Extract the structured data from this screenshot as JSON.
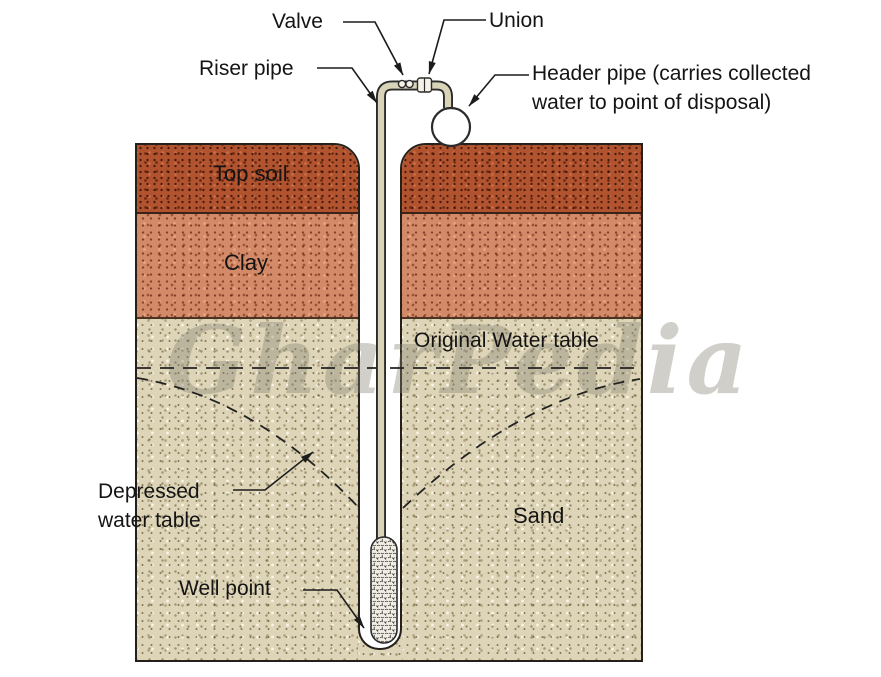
{
  "diagram": {
    "watermark": "GharPedia",
    "labels": {
      "valve": "Valve",
      "union": "Union",
      "riser_pipe": "Riser pipe",
      "header_pipe_line1": "Header pipe (carries collected",
      "header_pipe_line2": "water to point of disposal)",
      "top_soil": "Top soil",
      "clay": "Clay",
      "original_water_table": "Original Water table",
      "depressed_line1": "Depressed",
      "depressed_line2": "water table",
      "sand": "Sand",
      "well_point": "Well point"
    },
    "colors": {
      "top_soil": "#b1532f",
      "clay": "#d28a68",
      "sand": "#ded5b8",
      "pipe_fill": "#d9d3b8",
      "outline": "#25201a",
      "watermark_gray": "#86806f"
    }
  }
}
